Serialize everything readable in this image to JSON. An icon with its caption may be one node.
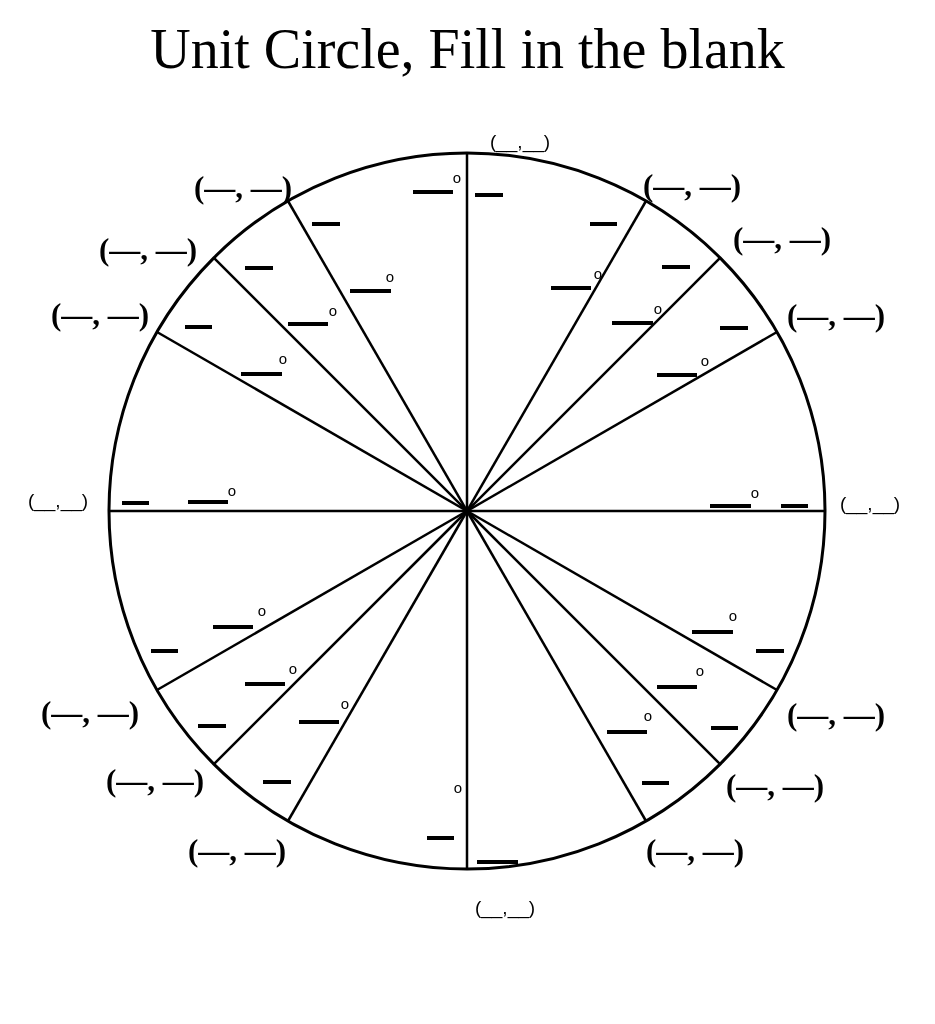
{
  "diagram": {
    "title": "Unit Circle, Fill in the blank",
    "labels": [
      "(__,__)",
      "o",
      "(—, —)",
      "(—, —)",
      "(—, —)",
      "(—, —)",
      "o",
      "o",
      "o",
      "o",
      "(—, —)",
      "(—, —)",
      "o",
      "o",
      "o",
      "o",
      "(__,__)",
      "(__,__)",
      "o",
      "o",
      "o",
      "o",
      "o",
      "(—, —)",
      "(—, —)",
      "o",
      "(—, —)",
      "(—, —)",
      "o",
      "(—, —)",
      "(—, —)",
      "(__,__)"
    ]
  }
}
